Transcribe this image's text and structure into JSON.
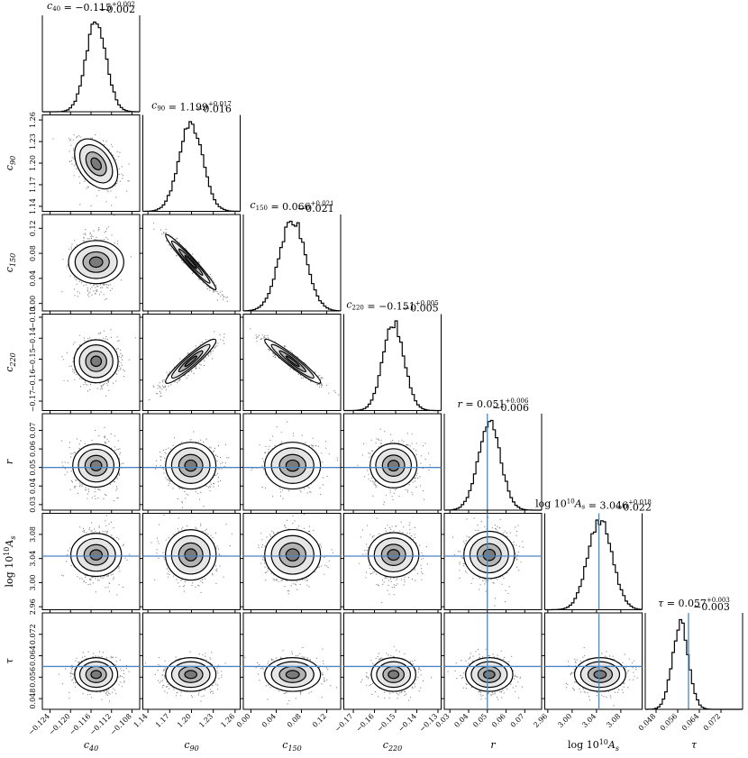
{
  "chart_data": {
    "type": "corner",
    "truth_color": "#4a86c5",
    "parameters": [
      {
        "key": "c40",
        "label_base": "c",
        "label_sub": "40",
        "label_pre": "",
        "ticks": [
          "−0.124",
          "−0.120",
          "−0.116",
          "−0.112",
          "−0.108"
        ],
        "tick_values": [
          -0.124,
          -0.12,
          -0.116,
          -0.112,
          -0.108
        ],
        "range": [
          -0.1255,
          -0.1065
        ],
        "median": -0.115,
        "sigma": 0.002,
        "title": {
          "name_base": "c",
          "name_sub": "40",
          "value": "−0.115",
          "plus": "+0.002",
          "minus": "−0.002"
        }
      },
      {
        "key": "c90",
        "label_base": "c",
        "label_sub": "90",
        "label_pre": "",
        "ticks": [
          "1.14",
          "1.17",
          "1.20",
          "1.23",
          "1.26"
        ],
        "tick_values": [
          1.14,
          1.17,
          1.2,
          1.23,
          1.26
        ],
        "range": [
          1.133,
          1.267
        ],
        "median": 1.199,
        "sigma": 0.0165,
        "title": {
          "name_base": "c",
          "name_sub": "90",
          "value": "1.199",
          "plus": "+0.017",
          "minus": "−0.016"
        }
      },
      {
        "key": "c150",
        "label_base": "c",
        "label_sub": "150",
        "label_pre": "",
        "ticks": [
          "0.00",
          "0.04",
          "0.08",
          "0.12"
        ],
        "tick_values": [
          0.0,
          0.04,
          0.08,
          0.12
        ],
        "range": [
          -0.012,
          0.142
        ],
        "median": 0.066,
        "sigma": 0.021,
        "title": {
          "name_base": "c",
          "name_sub": "150",
          "value": "0.066",
          "plus": "+0.021",
          "minus": "−0.021"
        }
      },
      {
        "key": "c220",
        "label_base": "c",
        "label_sub": "220",
        "label_pre": "",
        "ticks": [
          "−0.17",
          "−0.16",
          "−0.15",
          "−0.14",
          "−0.13"
        ],
        "tick_values": [
          -0.17,
          -0.16,
          -0.15,
          -0.14,
          -0.13
        ],
        "range": [
          -0.1745,
          -0.1285
        ],
        "median": -0.151,
        "sigma": 0.005,
        "title": {
          "name_base": "c",
          "name_sub": "220",
          "value": "−0.151",
          "plus": "+0.005",
          "minus": "−0.005"
        }
      },
      {
        "key": "r",
        "label_base": "r",
        "label_sub": "",
        "label_pre": "",
        "ticks": [
          "0.03",
          "0.04",
          "0.05",
          "0.06",
          "0.07"
        ],
        "tick_values": [
          0.03,
          0.04,
          0.05,
          0.06,
          0.07
        ],
        "range": [
          0.027,
          0.079
        ],
        "median": 0.051,
        "sigma": 0.006,
        "truth": 0.05,
        "title": {
          "name_base": "r",
          "name_sub": "",
          "value": "0.051",
          "plus": "+0.006",
          "minus": "−0.006"
        }
      },
      {
        "key": "logAs",
        "label_base": "A",
        "label_sub": "s",
        "label_pre": "log 10",
        "ticks": [
          "2.96",
          "3.00",
          "3.04",
          "3.08"
        ],
        "tick_values": [
          2.96,
          3.0,
          3.04,
          3.08
        ],
        "range": [
          2.955,
          3.115
        ],
        "median": 3.046,
        "sigma": 0.02,
        "truth": 3.044,
        "title": {
          "name_base": "A",
          "name_sub": "s",
          "value": "3.046",
          "plus": "+0.018",
          "minus": "−0.022"
        }
      },
      {
        "key": "tau",
        "label_base": "τ",
        "label_sub": "",
        "label_pre": "",
        "ticks": [
          "0.048",
          "0.056",
          "0.064",
          "0.072"
        ],
        "tick_values": [
          0.048,
          0.056,
          0.064,
          0.072
        ],
        "range": [
          0.044,
          0.08
        ],
        "median": 0.057,
        "sigma": 0.003,
        "truth": 0.06,
        "title": {
          "name_base": "τ",
          "name_sub": "",
          "value": "0.057",
          "plus": "+0.003",
          "minus": "−0.003"
        }
      }
    ],
    "correlations": [
      {
        "pair": [
          "c40",
          "c90"
        ],
        "rho": -0.4
      },
      {
        "pair": [
          "c90",
          "c150"
        ],
        "rho": -0.97
      },
      {
        "pair": [
          "c90",
          "c220"
        ],
        "rho": 0.93
      },
      {
        "pair": [
          "c150",
          "c220"
        ],
        "rho": -0.95
      }
    ]
  }
}
